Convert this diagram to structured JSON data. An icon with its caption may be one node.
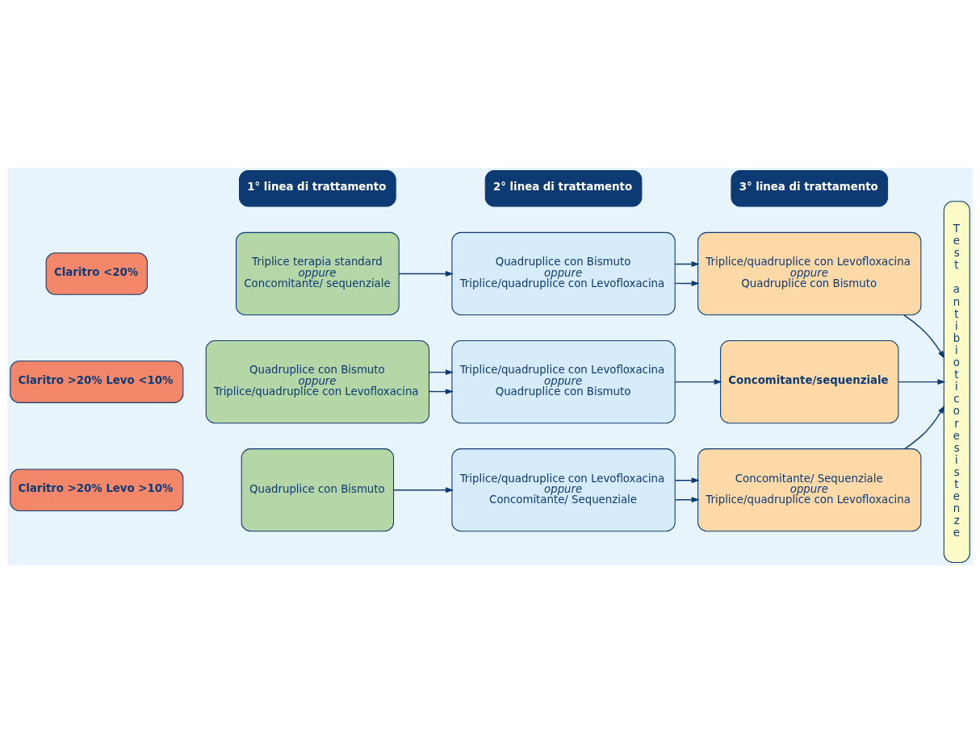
{
  "diagram": {
    "nodes": [
      {
        "text": [
          "1° linea di trattamento"
        ]
      },
      {
        "text": [
          "2° linea di trattamento"
        ]
      },
      {
        "text": [
          "3° linea di trattamento"
        ]
      },
      {
        "text": [
          "Claritro <20%"
        ]
      },
      {
        "text": [
          "Triplice terapia standard",
          "oppure",
          "Concomitante/ sequenziale"
        ]
      },
      {
        "text": [
          "Quadruplice con Bismuto",
          "oppure",
          "Triplice/quadruplice con Levofloxacina"
        ]
      },
      {
        "text": [
          "Triplice/quadruplice con Levofloxacina",
          "oppure",
          "Quadruplice con Bismuto"
        ]
      },
      {
        "text": [
          "Test antibioticoresistenze"
        ]
      },
      {
        "text": [
          "Claritro >20% Levo <10%"
        ]
      },
      {
        "text": [
          "Quadruplice con Bismuto",
          "oppure",
          "Triplice/quadruplice con Levofloxacina"
        ]
      },
      {
        "text": [
          "Triplice/quadruplice con Levofloxacina",
          "oppure",
          "Quadruplice con Bismuto"
        ]
      },
      {
        "text": [
          "Concomitante/sequenziale"
        ]
      },
      {
        "text": [
          "Claritro >20% Levo >10%"
        ]
      },
      {
        "text": [
          "Quadruplice con Bismuto"
        ]
      },
      {
        "text": [
          "Triplice/quadruplice con Levofloxacina",
          "oppure",
          "Concomitante/ Sequenziale"
        ]
      },
      {
        "text": [
          "Concomitante/ Sequenziale",
          "oppure",
          "Triplice/quadruplice con Levofloxacina"
        ]
      }
    ],
    "edges": [
      {
        "from": 4,
        "to": 5,
        "arrow": "to"
      },
      {
        "from": 5,
        "to": 6,
        "arrow": "to"
      },
      {
        "from": 5,
        "to": 6,
        "arrow": "to"
      },
      {
        "from": 6,
        "to": 7,
        "arrow": "to"
      },
      {
        "from": 9,
        "to": 10,
        "arrow": "to"
      },
      {
        "from": 9,
        "to": 10,
        "arrow": "to"
      },
      {
        "from": 10,
        "to": 11,
        "arrow": "to"
      },
      {
        "from": 11,
        "to": 7,
        "arrow": "to"
      },
      {
        "from": 13,
        "to": 14,
        "arrow": "to"
      },
      {
        "from": 14,
        "to": 15,
        "arrow": "to"
      },
      {
        "from": 14,
        "to": 15,
        "arrow": "to"
      },
      {
        "from": 15,
        "to": 7,
        "arrow": "to"
      }
    ]
  }
}
